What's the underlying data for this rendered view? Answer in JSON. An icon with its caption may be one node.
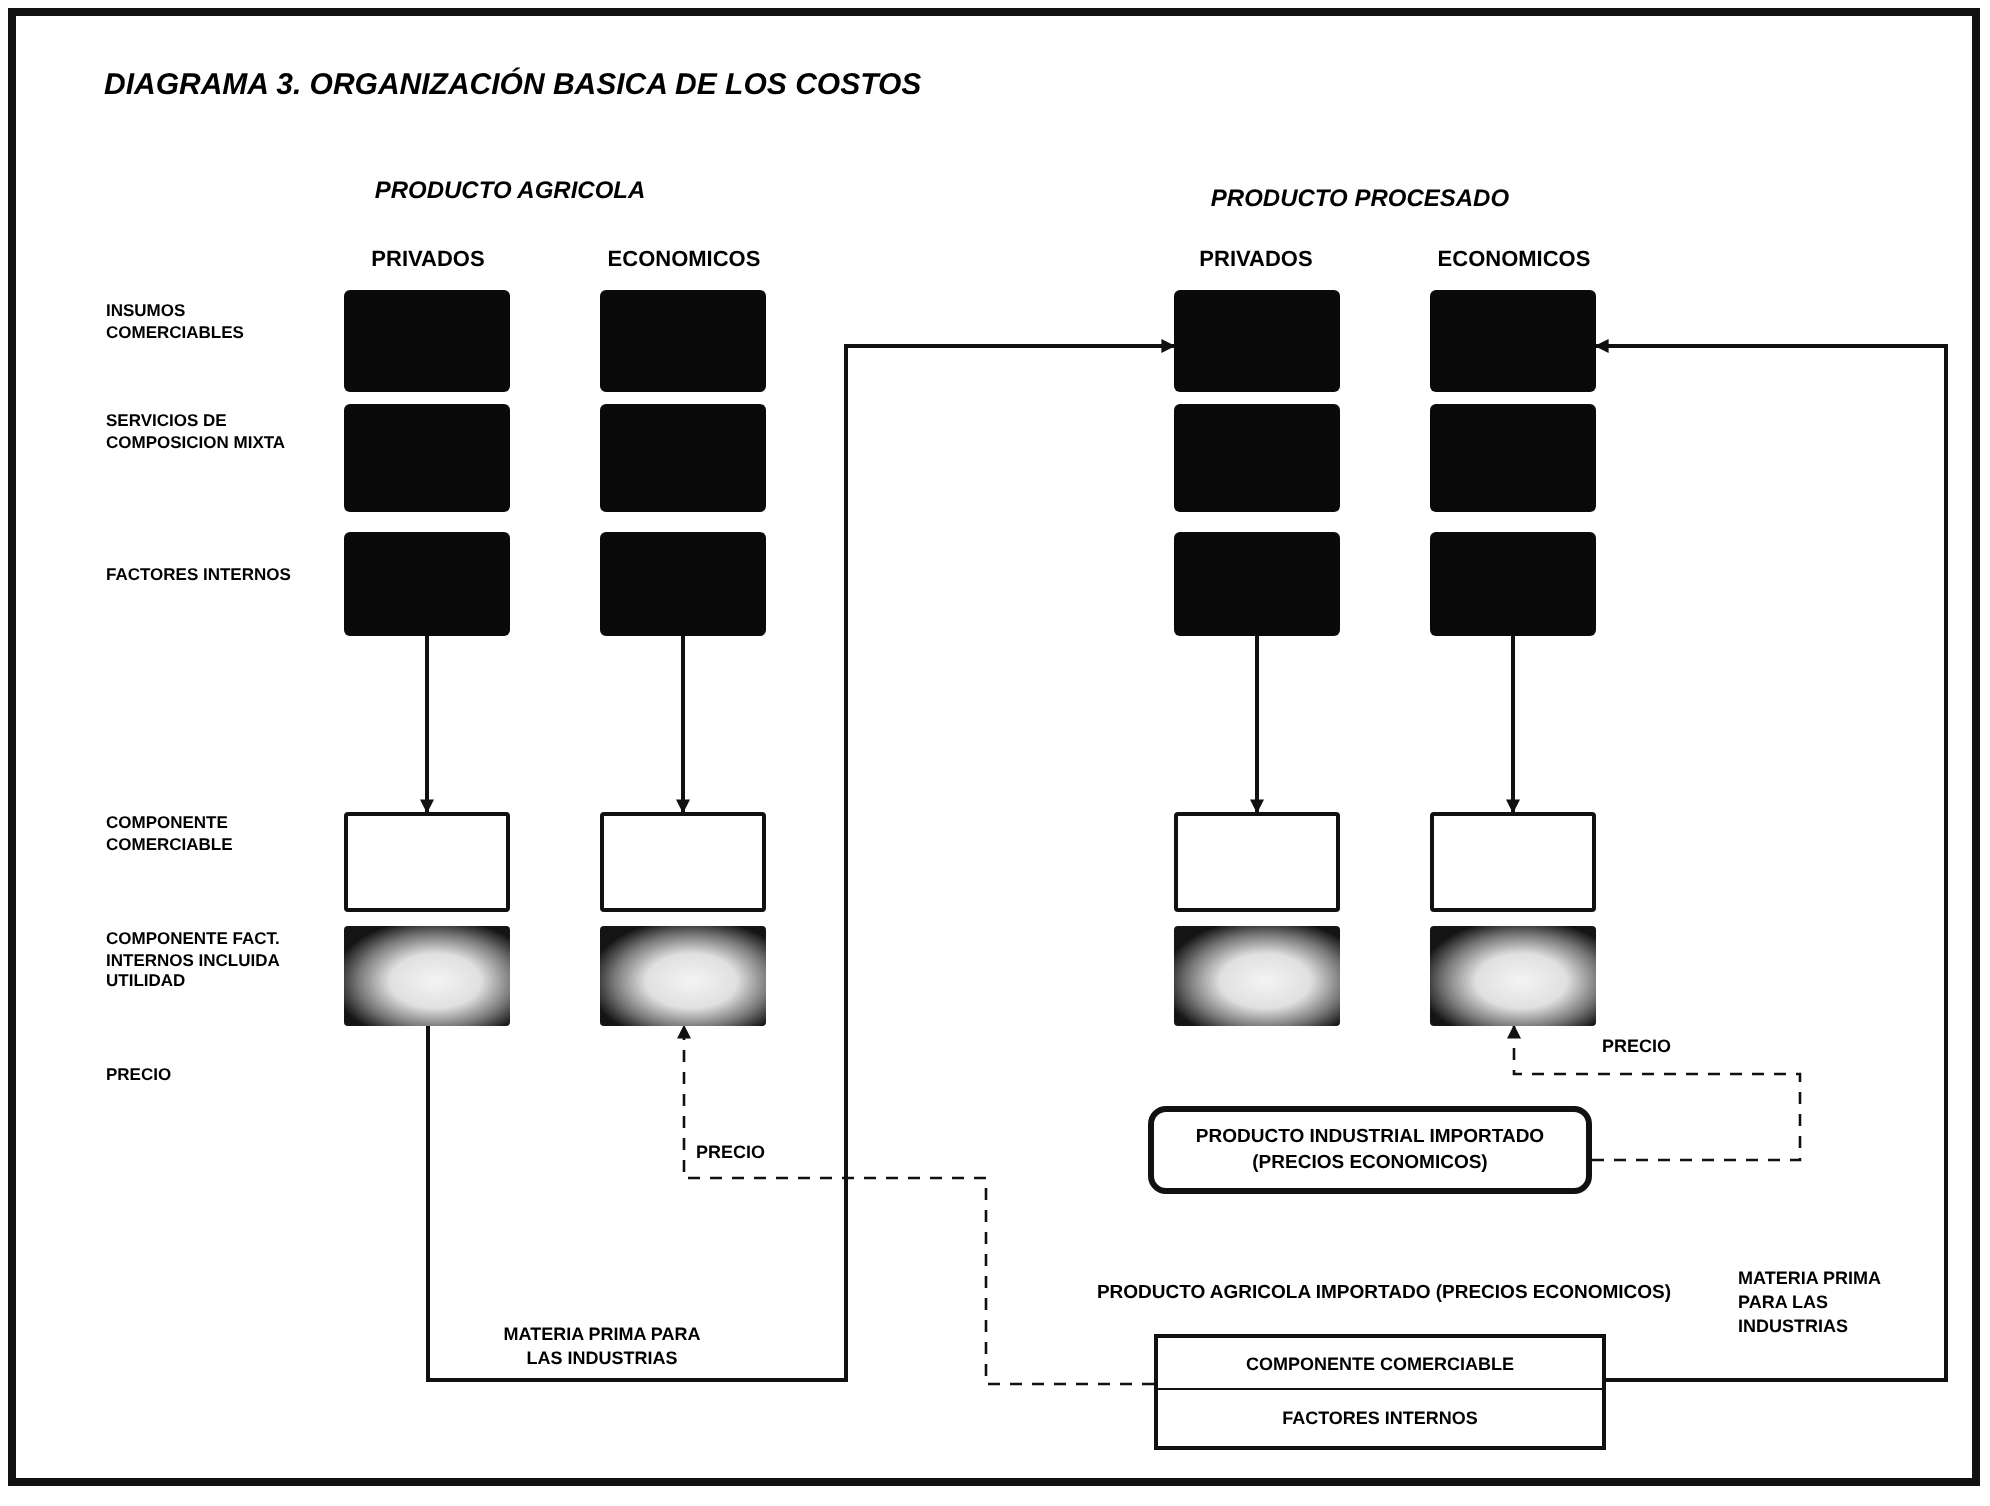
{
  "diagram": {
    "title": "DIAGRAMA 3. ORGANIZACIÓN BASICA DE LOS COSTOS",
    "nodes": [
      {
        "text": [],
        "shape": "box"
      },
      {
        "text": [],
        "shape": "box"
      },
      {
        "text": [],
        "shape": "box"
      },
      {
        "text": [],
        "shape": "box"
      },
      {
        "text": [],
        "shape": "box"
      },
      {
        "text": [],
        "shape": "box"
      },
      {
        "text": [],
        "shape": "box"
      },
      {
        "text": [],
        "shape": "box"
      },
      {
        "text": [],
        "shape": "box"
      },
      {
        "text": [],
        "shape": "box"
      },
      {
        "text": [],
        "shape": "box"
      },
      {
        "text": [],
        "shape": "box"
      },
      {
        "text": [],
        "shape": "box"
      },
      {
        "text": [],
        "shape": "box"
      },
      {
        "text": [],
        "shape": "box"
      },
      {
        "text": [],
        "shape": "box"
      },
      {
        "text": [],
        "shape": "box"
      },
      {
        "text": [],
        "shape": "box"
      },
      {
        "text": [],
        "shape": "box"
      },
      {
        "text": [],
        "shape": "box"
      },
      {
        "text": [
          "PRODUCTO INDUSTRIAL IMPORTADO (PRECIOS ECONOMICOS)"
        ]
      },
      {
        "text": [
          "PRODUCTO AGRICOLA IMPORTADO (PRECIOS ECONOMICOS)"
        ]
      },
      {
        "text": [
          "COMPONENTE COMERCIABLE"
        ],
        "in": 21
      },
      {
        "text": [
          "FACTORES INTERNOS"
        ],
        "in": 21
      }
    ],
    "edges": [
      {
        "from": 8,
        "to": 12,
        "arrow": "to"
      },
      {
        "from": 9,
        "to": 13,
        "arrow": "to"
      },
      {
        "from": 10,
        "to": 14,
        "arrow": "to"
      },
      {
        "from": 11,
        "to": 15,
        "arrow": "to"
      },
      {
        "from": 16,
        "to": 2,
        "arrow": "to",
        "label": "MATERIA PRIMA PARA LAS INDUSTRIAS"
      },
      {
        "from": 21,
        "to": 17,
        "arrow": "to",
        "label": "PRECIO",
        "style": "dashed"
      },
      {
        "from": 20,
        "to": 19,
        "arrow": "to",
        "label": "PRECIO",
        "style": "dashed"
      },
      {
        "from": 21,
        "to": 3,
        "arrow": "to",
        "label": "MATERIA PRIMA PARA LAS INDUSTRIAS"
      }
    ],
    "labels": [
      "PRODUCTO AGRICOLA",
      "PRODUCTO PROCESADO",
      "PRIVADOS",
      "ECONOMICOS",
      "PRIVADOS",
      "ECONOMICOS",
      "INSUMOS COMERCIABLES",
      "SERVICIOS DE COMPOSICION MIXTA",
      "FACTORES INTERNOS",
      "COMPONENTE COMERCIABLE",
      "COMPONENTE FACT. INTERNOS INCLUIDA UTILIDAD",
      "PRECIO"
    ]
  }
}
